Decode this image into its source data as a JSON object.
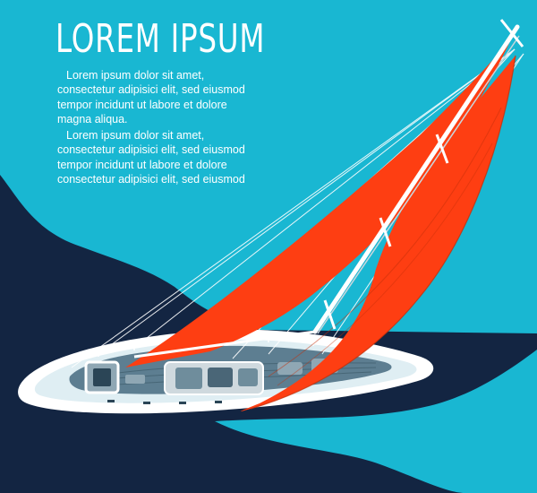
{
  "headline": "LOREM IPSUM",
  "paragraphs": [
    {
      "lines": [
        "Lorem ipsum dolor sit amet,",
        "consectetur adipisici elit, sed eiusmod",
        "tempor incidunt ut labore et dolore",
        "magna aliqua."
      ]
    },
    {
      "lines": [
        "Lorem ipsum dolor sit amet,",
        "consectetur adipisici elit, sed eiusmod",
        "tempor incidunt ut labore et dolore",
        "consectetur adipisici elit, sed eiusmod"
      ]
    }
  ],
  "colors": {
    "sea": "#19b7d2",
    "shadow": "#132542",
    "sail": "#fe3e12",
    "sail_dark": "#c62f0a",
    "hull": "#ffffff",
    "deck": "#5d7e91",
    "text": "#ffffff"
  },
  "icons": [
    "sailboat-illustration"
  ]
}
